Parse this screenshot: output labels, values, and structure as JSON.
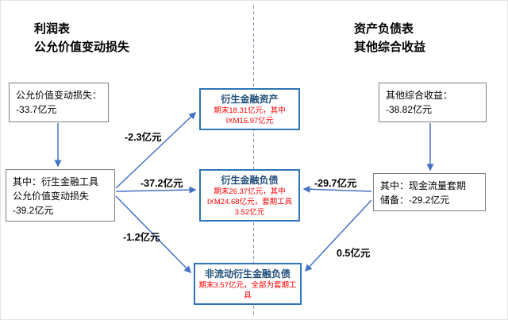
{
  "headers": {
    "income_statement": {
      "line1": "利润表",
      "line2": "公允价值变动损失"
    },
    "balance_sheet": {
      "line1": "资产负债表",
      "line2": "其他综合收益"
    }
  },
  "boxes": {
    "fair_value_loss": {
      "line1": "公允价值变动损失：",
      "line2": "-33.7亿元"
    },
    "derivative_fv_loss": {
      "line1": "其中：衍生金融工具",
      "line2": "公允价值变动损失",
      "line3": "-39.2亿元"
    },
    "derivative_assets": {
      "title": "衍生金融资产",
      "detail": "期末18.31亿元，其中IXM16.97亿元"
    },
    "derivative_liabilities": {
      "title": "衍生金融负债",
      "detail": "期末26.37亿元，其中IXM24.68亿元，套期工具3.52亿元"
    },
    "noncurrent_derivative_liabilities": {
      "title": "非流动衍生金融负债",
      "detail": "期末3.57亿元，全部为套期工具"
    },
    "other_comprehensive_income": {
      "line1": "其他综合收益：",
      "line2": "-38.82亿元"
    },
    "cash_flow_hedge_reserve": {
      "line1": "其中：现金流量套期",
      "line2": "储备：-29.2亿元"
    }
  },
  "arrow_labels": {
    "loss_to_assets": "-2.3亿元",
    "loss_to_liabilities": "-37.2亿元",
    "loss_to_noncurrent": "-1.2亿元",
    "oci_to_liabilities": "-29.7亿元",
    "oci_to_noncurrent": "0.5亿元"
  },
  "colors": {
    "arrow": "#4472c4",
    "center_box_border": "#2e75b6",
    "center_box_title": "#1f4e79",
    "center_box_detail": "#ff0000",
    "side_box_border": "#7f7f7f",
    "divider": "#8496b0"
  }
}
